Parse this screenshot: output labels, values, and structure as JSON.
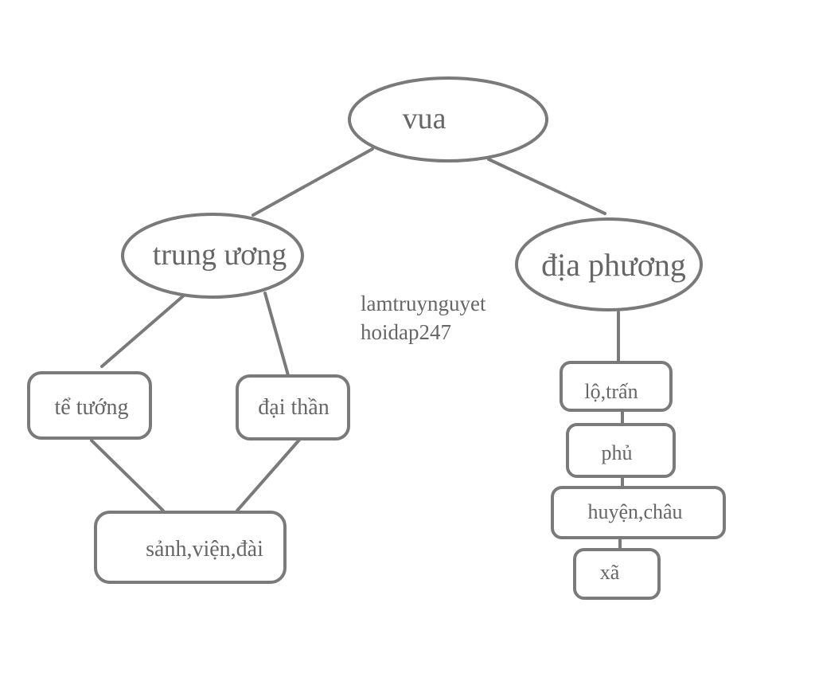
{
  "diagram": {
    "type": "hierarchy-tree",
    "nodes": {
      "root": "vua",
      "central": "trung ương",
      "local": "địa phương",
      "chancellor": "tể tướng",
      "minister": "đại thần",
      "agencies": "sảnh,viện,đài",
      "lo_tran": "lộ,trấn",
      "phu": "phủ",
      "huyen_chau": "huyện,châu",
      "xa": "xã"
    },
    "edges": [
      [
        "vua",
        "trung ương"
      ],
      [
        "vua",
        "địa phương"
      ],
      [
        "trung ương",
        "tể tướng"
      ],
      [
        "trung ương",
        "đại thần"
      ],
      [
        "tể tướng",
        "sảnh,viện,đài"
      ],
      [
        "đại thần",
        "sảnh,viện,đài"
      ],
      [
        "địa phương",
        "lộ,trấn"
      ],
      [
        "lộ,trấn",
        "phủ"
      ],
      [
        "phủ",
        "huyện,châu"
      ],
      [
        "huyện,châu",
        "xã"
      ]
    ]
  },
  "watermark": {
    "line1": "lamtruynguyet",
    "line2": "hoidap247"
  },
  "colors": {
    "stroke": "#7a7a7a",
    "text": "#666666",
    "background": "#ffffff"
  }
}
